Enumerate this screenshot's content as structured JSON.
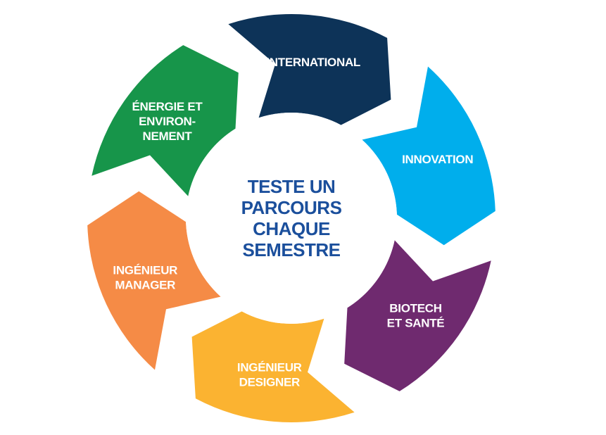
{
  "center": {
    "lines": [
      "TESTE UN",
      "PARCOURS",
      "CHAQUE",
      "SEMESTRE"
    ],
    "color": "#1b4f9c"
  },
  "segments": [
    {
      "id": "international",
      "lines": [
        "INTERNATIONAL"
      ],
      "color": "#0d3358"
    },
    {
      "id": "innovation",
      "lines": [
        "INNOVATION"
      ],
      "color": "#00aeec"
    },
    {
      "id": "biotech-sante",
      "lines": [
        "BIOTECH",
        "ET SANTÉ"
      ],
      "color": "#6f2a6f"
    },
    {
      "id": "ingenieur-designer",
      "lines": [
        "INGÉNIEUR",
        "DESIGNER"
      ],
      "color": "#fbb331"
    },
    {
      "id": "ingenieur-manager",
      "lines": [
        "INGÉNIEUR",
        "MANAGER"
      ],
      "color": "#f58b46"
    },
    {
      "id": "energie-environnement",
      "lines": [
        "ÉNERGIE ET",
        "ENVIRON-",
        "NEMENT"
      ],
      "color": "#17954a"
    }
  ]
}
